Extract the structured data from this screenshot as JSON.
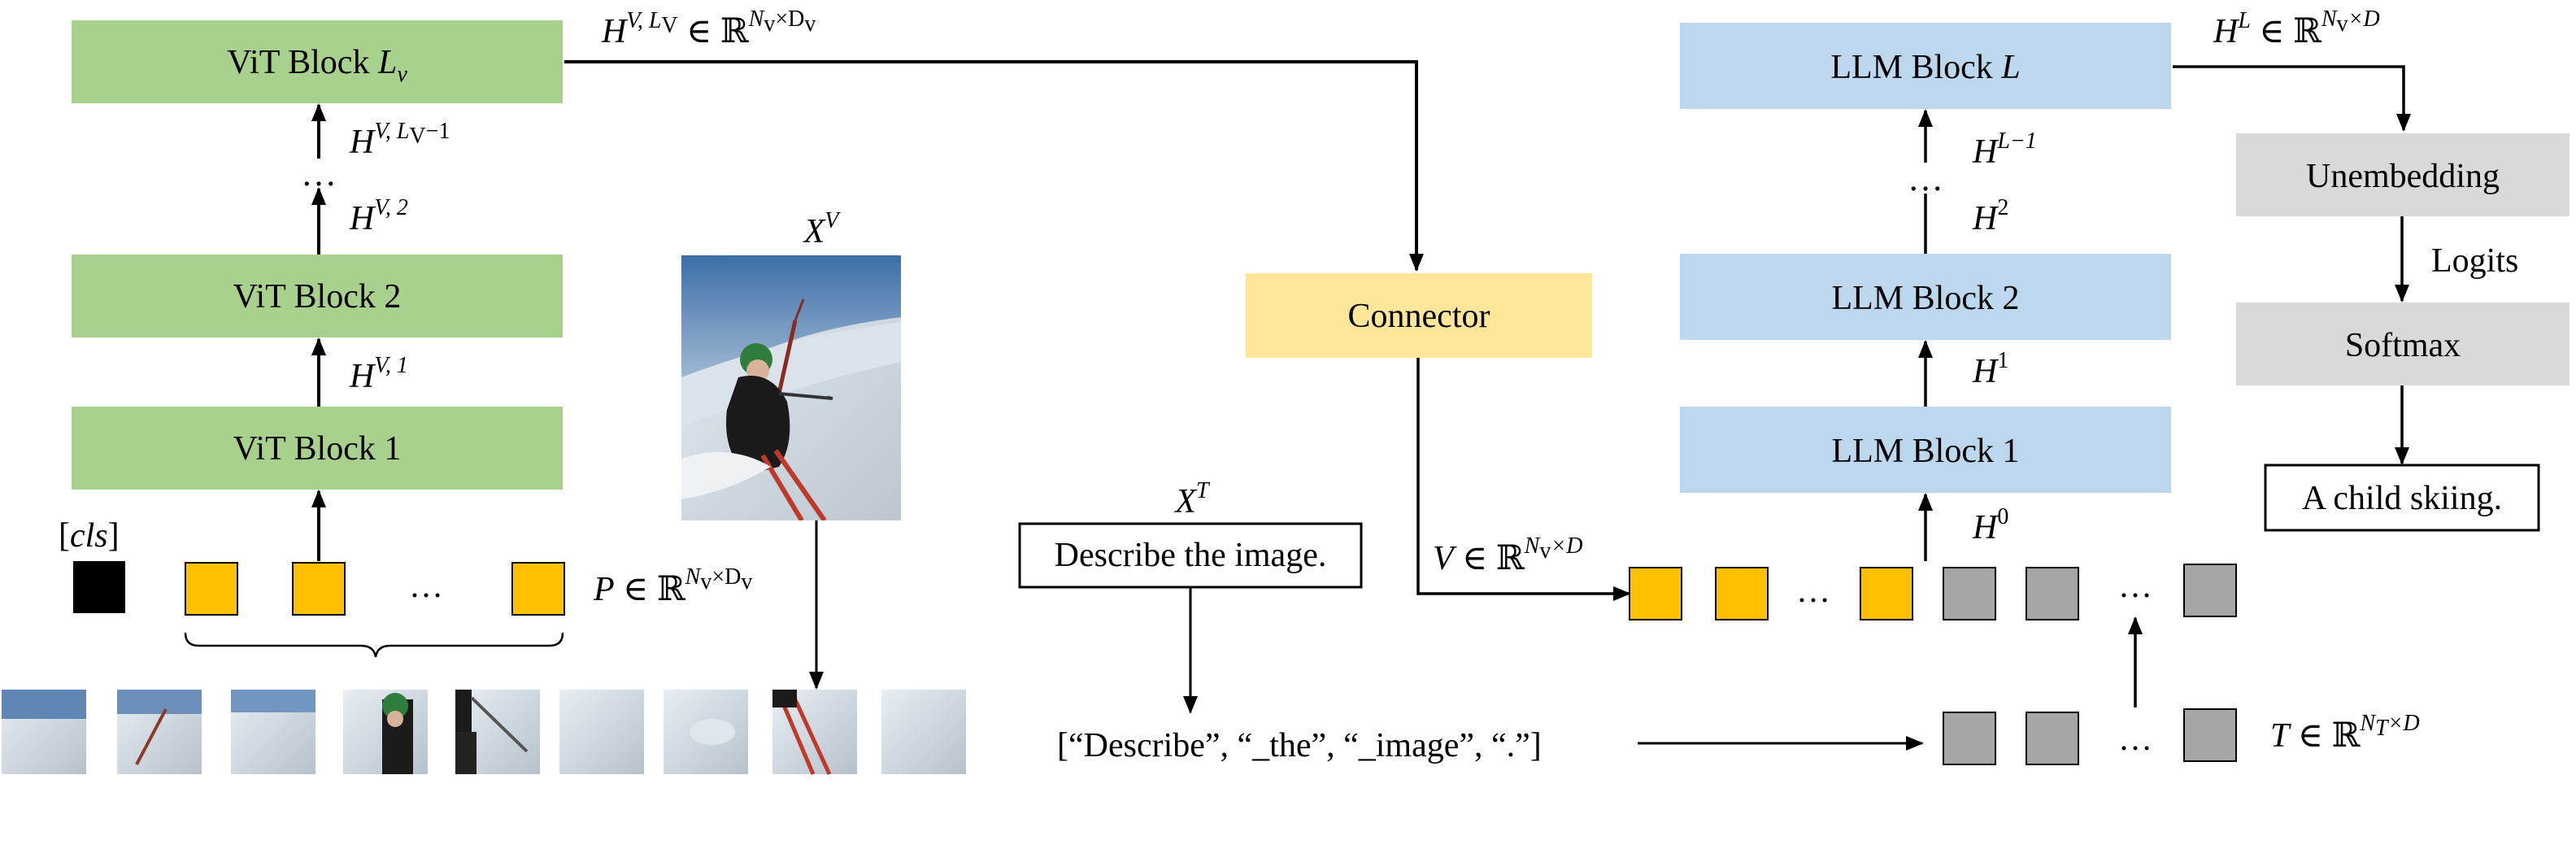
{
  "colors": {
    "vit": "#a9d18e",
    "llm": "#bdd7ee",
    "connector": "#ffe699",
    "unembed": "#d9d9d9",
    "patch_token": "#ffc000",
    "text_token": "#a6a6a6",
    "cls_token": "#000000",
    "arrow": "#000000"
  },
  "vit": {
    "block_top_main": "ViT Block ",
    "block_top_sub": "L",
    "block_top_subsub": "v",
    "block2": "ViT Block 2",
    "block1": "ViT Block 1",
    "h_top": {
      "base": "H",
      "sup": "V, L",
      "supsub": "V",
      "tail": " ∈ ℝ",
      "exp": "N",
      "expsub": "v",
      "exp2": "×D",
      "exp2sub": "v"
    },
    "h_lv_minus_1": {
      "base": "H",
      "sup": "V, L",
      "supsub": "V",
      "suptail": "−1"
    },
    "h2": {
      "base": "H",
      "sup": "V, 2"
    },
    "h1": {
      "base": "H",
      "sup": "V, 1"
    },
    "cls": "[cls]",
    "dots": "…",
    "vdots": "⋮",
    "p_label": {
      "base": "P",
      "tail": " ∈ ℝ",
      "exp": "N",
      "expsub": "v",
      "exp2": "×D",
      "exp2sub": "v"
    }
  },
  "image": {
    "label_base": "X",
    "label_sup": "V"
  },
  "text": {
    "label_base": "X",
    "label_sup": "T",
    "prompt": "Describe the image.",
    "tokens": "[“Describe”, “_the”, “_image”, “.”]"
  },
  "connector": {
    "label": "Connector",
    "v_label": {
      "base": "V",
      "tail": " ∈ ℝ",
      "exp": "N",
      "expsub": "v",
      "exp2": "×D"
    }
  },
  "llm": {
    "block_top": "LLM Block L",
    "block2": "LLM Block 2",
    "block1": "LLM Block 1",
    "h_top": {
      "base": "H",
      "sup": "L",
      "tail": " ∈ ℝ",
      "exp": "N",
      "expsub": "v",
      "exp2": "×D"
    },
    "h_l_minus_1": {
      "base": "H",
      "sup": "L−1"
    },
    "h2": {
      "base": "H",
      "sup": "2"
    },
    "h1": {
      "base": "H",
      "sup": "1"
    },
    "h0": {
      "base": "H",
      "sup": "0"
    },
    "t_label": {
      "base": "T",
      "tail": " ∈ ℝ",
      "exp": "N",
      "expsub": "T",
      "exp2": "×D"
    },
    "dots": "…",
    "vdots": "⋮"
  },
  "output": {
    "unembedding": "Unembedding",
    "logits": "Logits",
    "softmax": "Softmax",
    "answer": "A child skiing."
  }
}
